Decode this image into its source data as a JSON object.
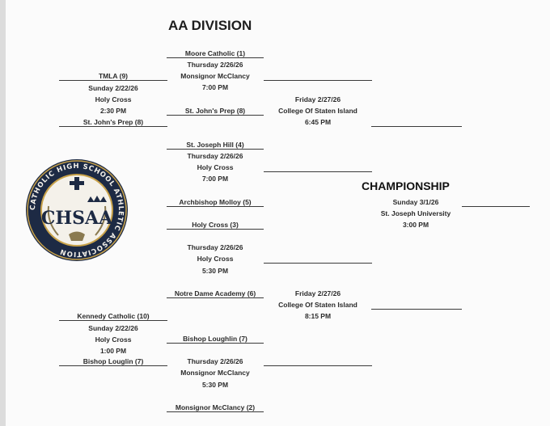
{
  "title": "AA DIVISION",
  "round1": {
    "top": {
      "team1": "TMLA (9)",
      "date": "Sunday 2/22/26",
      "venue": "Holy Cross",
      "time": "2:30 PM",
      "team2": "St. John's Prep (8)"
    },
    "bottom": {
      "team1": "Kennedy Catholic (10)",
      "date": "Sunday 2/22/26",
      "venue": "Holy Cross",
      "time": "1:00 PM",
      "team2": "Bishop Louglin  (7)"
    }
  },
  "quarterfinals": [
    {
      "team1": "Moore Catholic (1)",
      "date": "Thursday 2/26/26",
      "venue": "Monsignor McClancy",
      "time": "7:00 PM",
      "team2": "St. John's Prep (8)"
    },
    {
      "team1": "St. Joseph Hill (4)",
      "date": "Thursday 2/26/26",
      "venue": "Holy Cross",
      "time": "7:00 PM",
      "team2": "Archbishop Molloy (5)"
    },
    {
      "team1": "Holy Cross (3)",
      "date": "Thursday 2/26/26",
      "venue": "Holy Cross",
      "time": "5:30 PM",
      "team2": "Notre Dame Academy (6)"
    },
    {
      "team1": "Bishop Loughlin (7)",
      "date": "Thursday 2/26/26",
      "venue": "Monsignor McClancy",
      "time": "5:30 PM",
      "team2": "Monsignor McClancy (2)"
    }
  ],
  "semifinals": [
    {
      "date": "Friday 2/27/26",
      "venue": "College Of Staten Island",
      "time": "6:45 PM"
    },
    {
      "date": "Friday 2/27/26",
      "venue": "College Of Staten Island",
      "time": "8:15 PM"
    }
  ],
  "championship": {
    "title": "CHAMPIONSHIP",
    "date": "Sunday 3/1/26",
    "venue": "St. Joseph University",
    "time": "3:00 PM"
  },
  "logo": {
    "ring_text": "CATHOLIC HIGH SCHOOL ATHLETIC ASSOCIATION",
    "letters": "CHSAA",
    "colors": {
      "navy": "#1d2a44",
      "gold": "#c8a24a"
    }
  }
}
